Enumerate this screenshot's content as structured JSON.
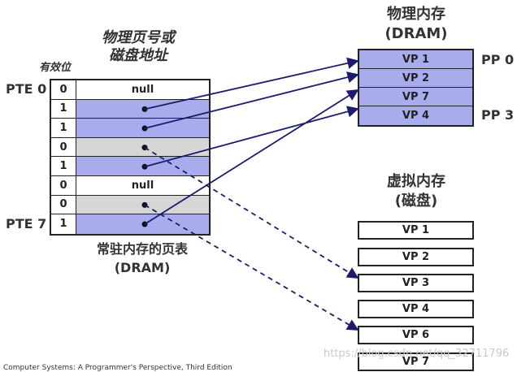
{
  "titles": {
    "ppn_or_disk_line1": "物理页号或",
    "ppn_or_disk_line2": "磁盘地址",
    "valid_bit": "有效位",
    "phys_mem_line1": "物理内存",
    "phys_mem_line2": "(DRAM)",
    "virt_mem_line1": "虚拟内存",
    "virt_mem_line2": "(磁盘)",
    "resident_pt_line1": "常驻内存的页表",
    "resident_pt_line2": "(DRAM)"
  },
  "labels": {
    "pte0": "PTE 0",
    "pte7": "PTE 7",
    "pp0": "PP 0",
    "pp3": "PP 3"
  },
  "page_table": [
    {
      "valid": "0",
      "addr": "null",
      "type": "null"
    },
    {
      "valid": "1",
      "addr": "",
      "type": "dram"
    },
    {
      "valid": "1",
      "addr": "",
      "type": "dram"
    },
    {
      "valid": "0",
      "addr": "",
      "type": "disk"
    },
    {
      "valid": "1",
      "addr": "",
      "type": "dram"
    },
    {
      "valid": "0",
      "addr": "null",
      "type": "null"
    },
    {
      "valid": "0",
      "addr": "",
      "type": "disk"
    },
    {
      "valid": "1",
      "addr": "",
      "type": "dram"
    }
  ],
  "dram_pages": [
    "VP 1",
    "VP 2",
    "VP 7",
    "VP 4"
  ],
  "disk_pages": [
    "VP 1",
    "VP 2",
    "VP 3",
    "VP 4",
    "VP 6",
    "VP 7"
  ],
  "watermark": "https://blog.csdn.net/qq_32711796",
  "footnote": "Computer Systems: A Programmer's Perspective, Third Edition",
  "colors": {
    "dram_fill": "#a9acec",
    "disk_fill": "#d6d6d6",
    "arrow": "#1c1c6e"
  }
}
